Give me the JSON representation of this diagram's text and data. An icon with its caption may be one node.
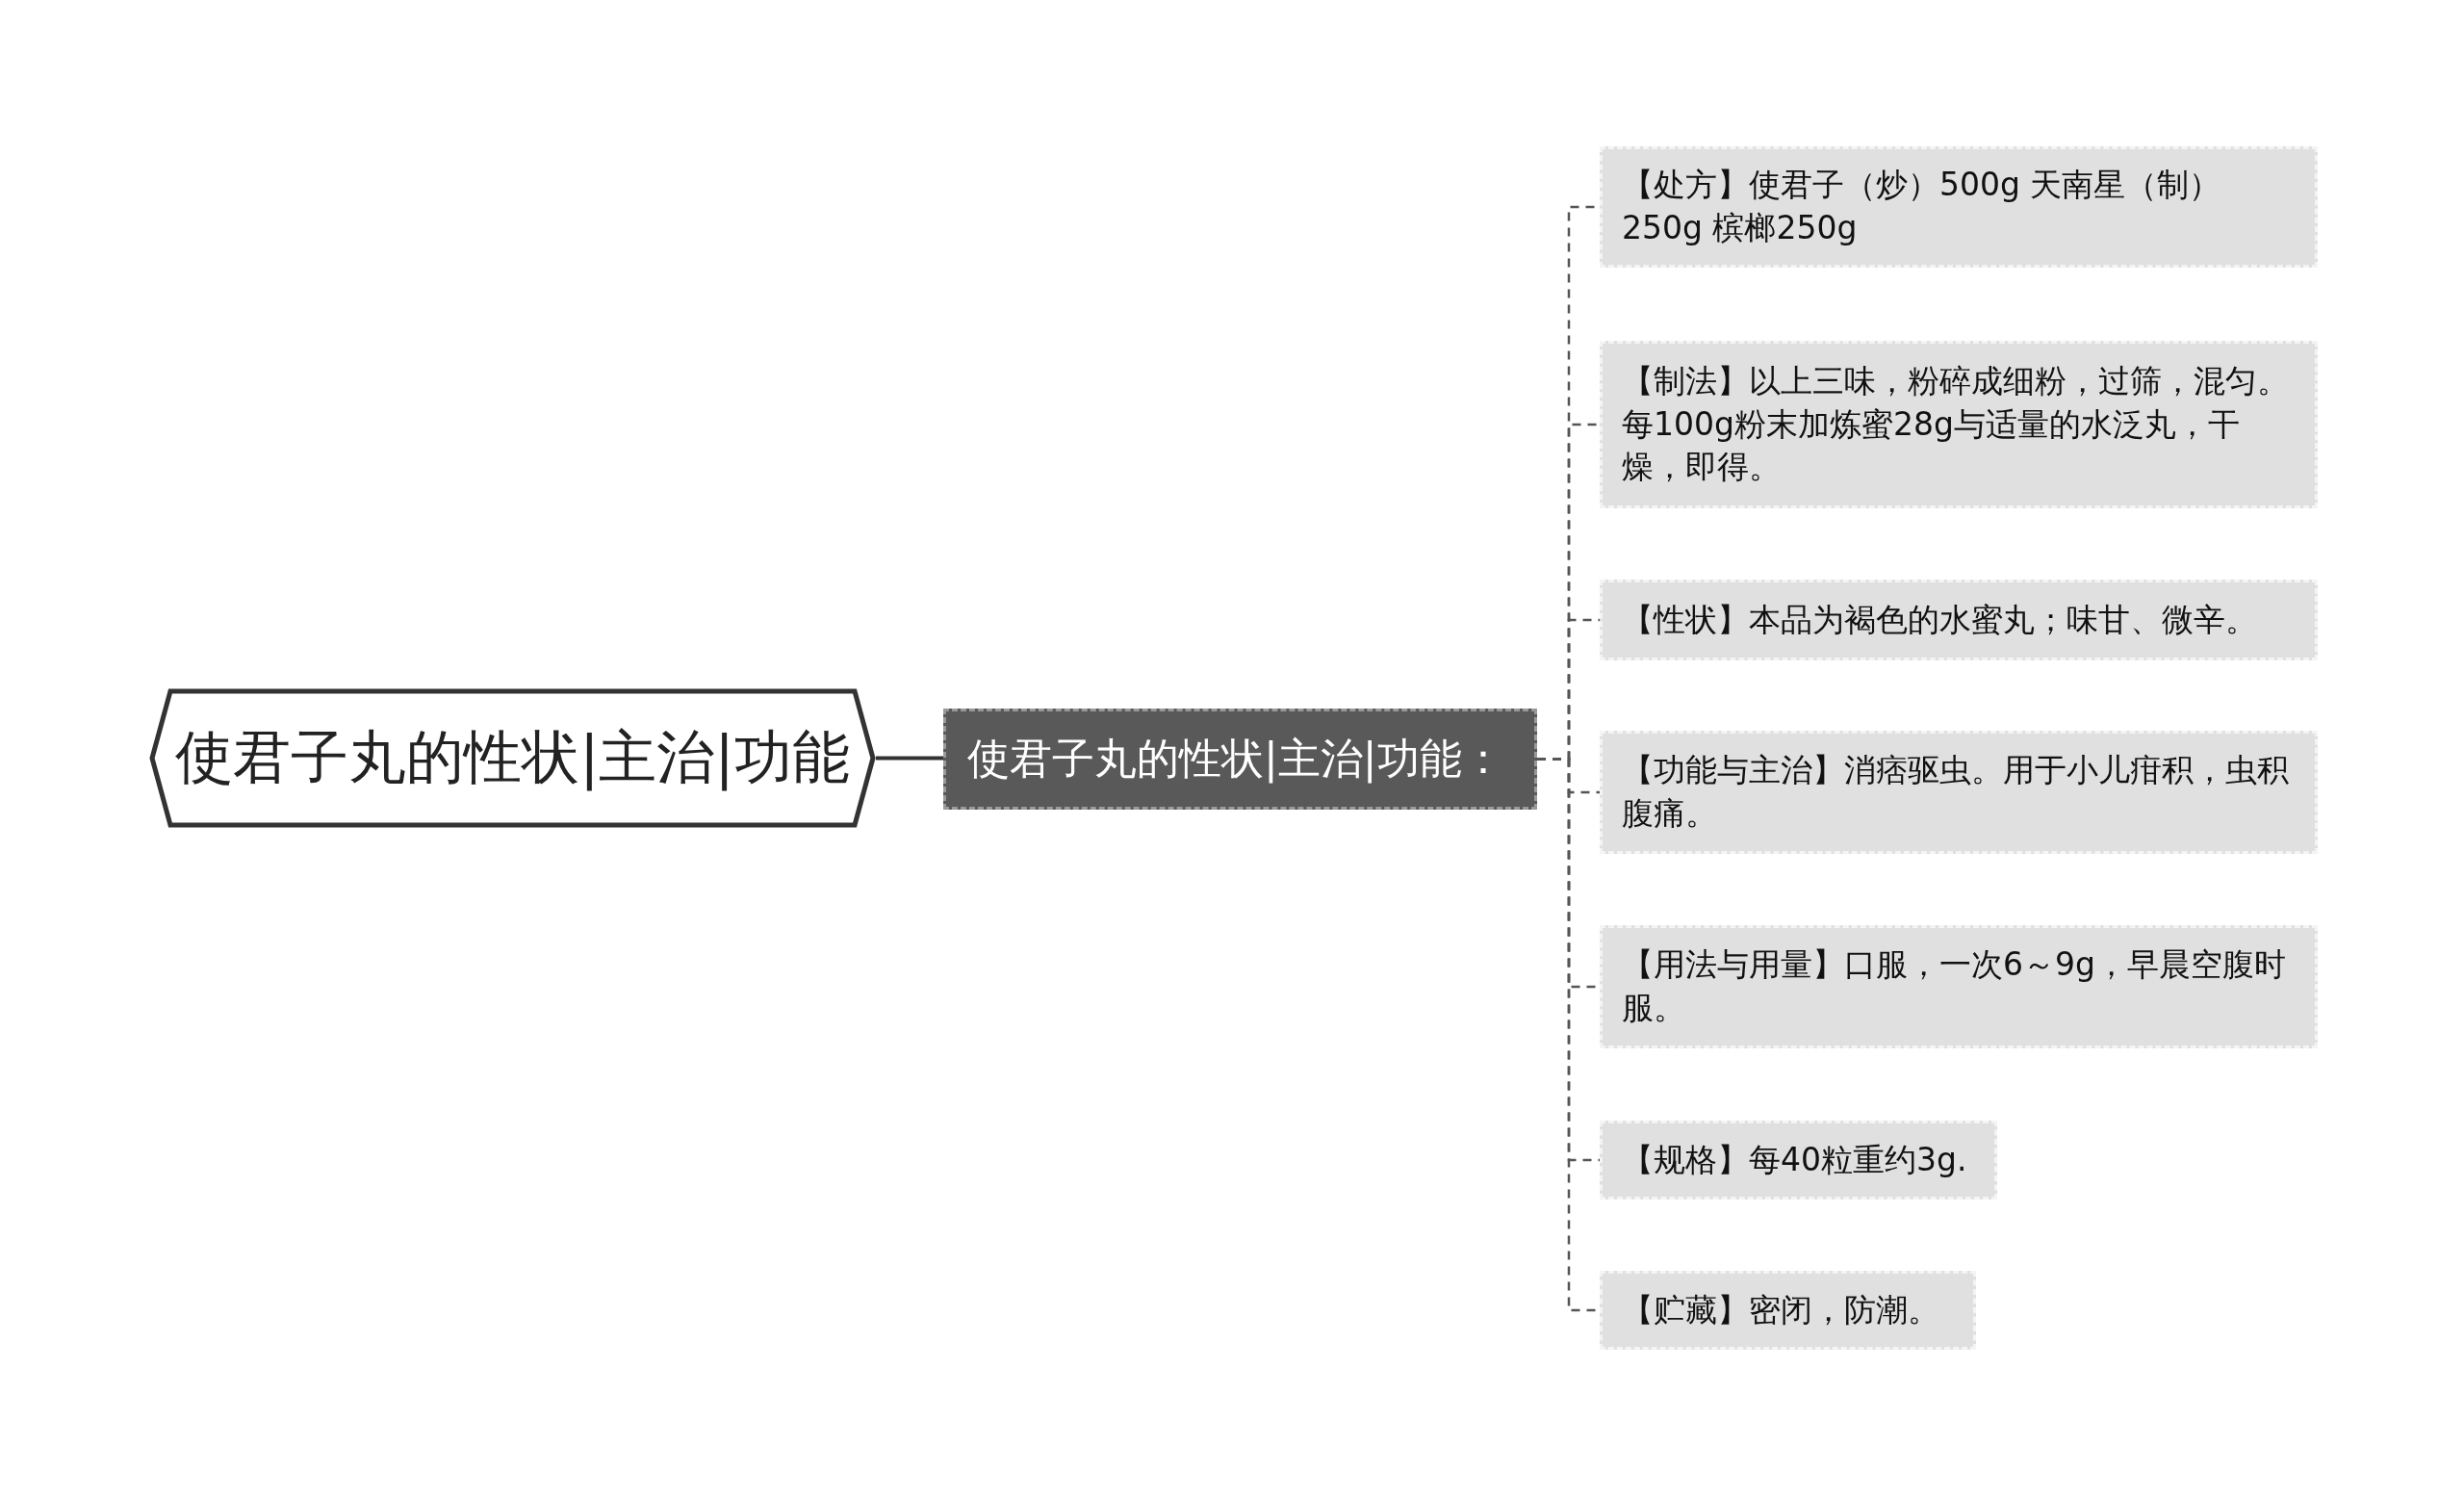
{
  "diagram": {
    "nodes": [
      {
        "text": [
          "使君子丸的性状|主治|功能"
        ]
      },
      {
        "text": [
          "使君子丸的性状|主治|功能："
        ]
      },
      {
        "text": [
          "【处方】使君子（炒）500g 天南星（制）250g 槟榔250g"
        ]
      },
      {
        "text": [
          "【制法】以上三味，粉碎成细粉，过筛，混匀。每100g粉末加炼蜜28g与适量的水泛丸，干燥，即得。"
        ]
      },
      {
        "text": [
          "【性状】本品为褐色的水蜜丸；味甘、微辛。"
        ]
      },
      {
        "text": [
          "【功能与主治】消痞驱虫。用于小儿疳积，虫积腹痛。"
        ]
      },
      {
        "text": [
          "【用法与用量】口服，一次6～9g，早晨空腹时服。"
        ]
      },
      {
        "text": [
          "【规格】每40粒重约3g."
        ]
      },
      {
        "text": [
          "【贮藏】密闭，防潮。"
        ]
      }
    ],
    "edges": [
      {
        "from": 0,
        "to": 1,
        "arrow": "none"
      },
      {
        "from": 1,
        "to": 2,
        "arrow": "none",
        "style": "dashed"
      },
      {
        "from": 1,
        "to": 3,
        "arrow": "none",
        "style": "dashed"
      },
      {
        "from": 1,
        "to": 4,
        "arrow": "none",
        "style": "dashed"
      },
      {
        "from": 1,
        "to": 5,
        "arrow": "none",
        "style": "dashed"
      },
      {
        "from": 1,
        "to": 6,
        "arrow": "none",
        "style": "dashed"
      },
      {
        "from": 1,
        "to": 7,
        "arrow": "none",
        "style": "dashed"
      },
      {
        "from": 1,
        "to": 8,
        "arrow": "none",
        "style": "dashed"
      }
    ]
  }
}
